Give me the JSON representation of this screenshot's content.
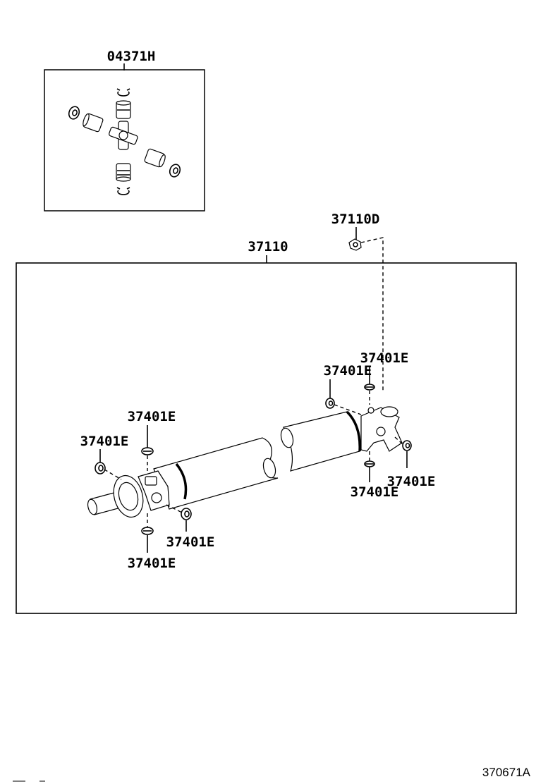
{
  "kit_label": "04371H",
  "shaft_label": "37110",
  "nut_label": "37110D",
  "clip_labels": [
    "37401E",
    "37401E",
    "37401E",
    "37401E",
    "37401E",
    "37401E",
    "37401E",
    "37401E"
  ],
  "diagram_ref": "370671A"
}
